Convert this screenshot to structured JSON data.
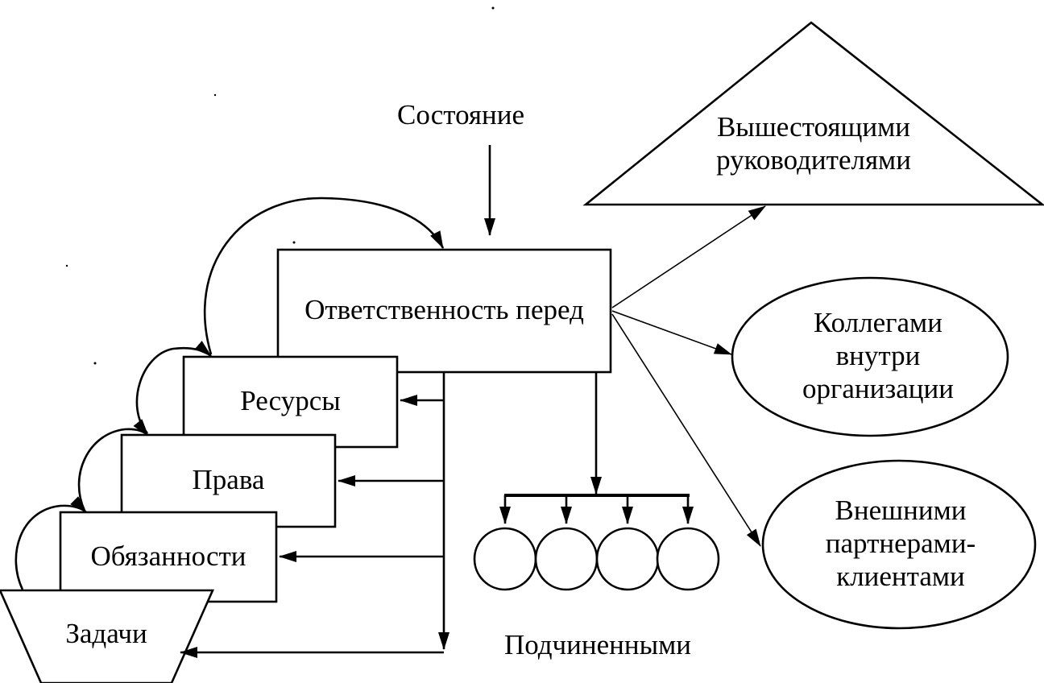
{
  "state": "Состояние",
  "responsibility": "Ответственность перед",
  "resources": "Ресурсы",
  "rights": "Права",
  "duties": "Обязанности",
  "tasks": "Задачи",
  "subordinates": "Подчиненными",
  "superiors": [
    "Вышестоящими",
    "руководителями"
  ],
  "colleagues": [
    "Коллегами",
    "внутри",
    "организации"
  ],
  "partners": [
    "Внешними",
    "партнерами-",
    "клиентами"
  ]
}
